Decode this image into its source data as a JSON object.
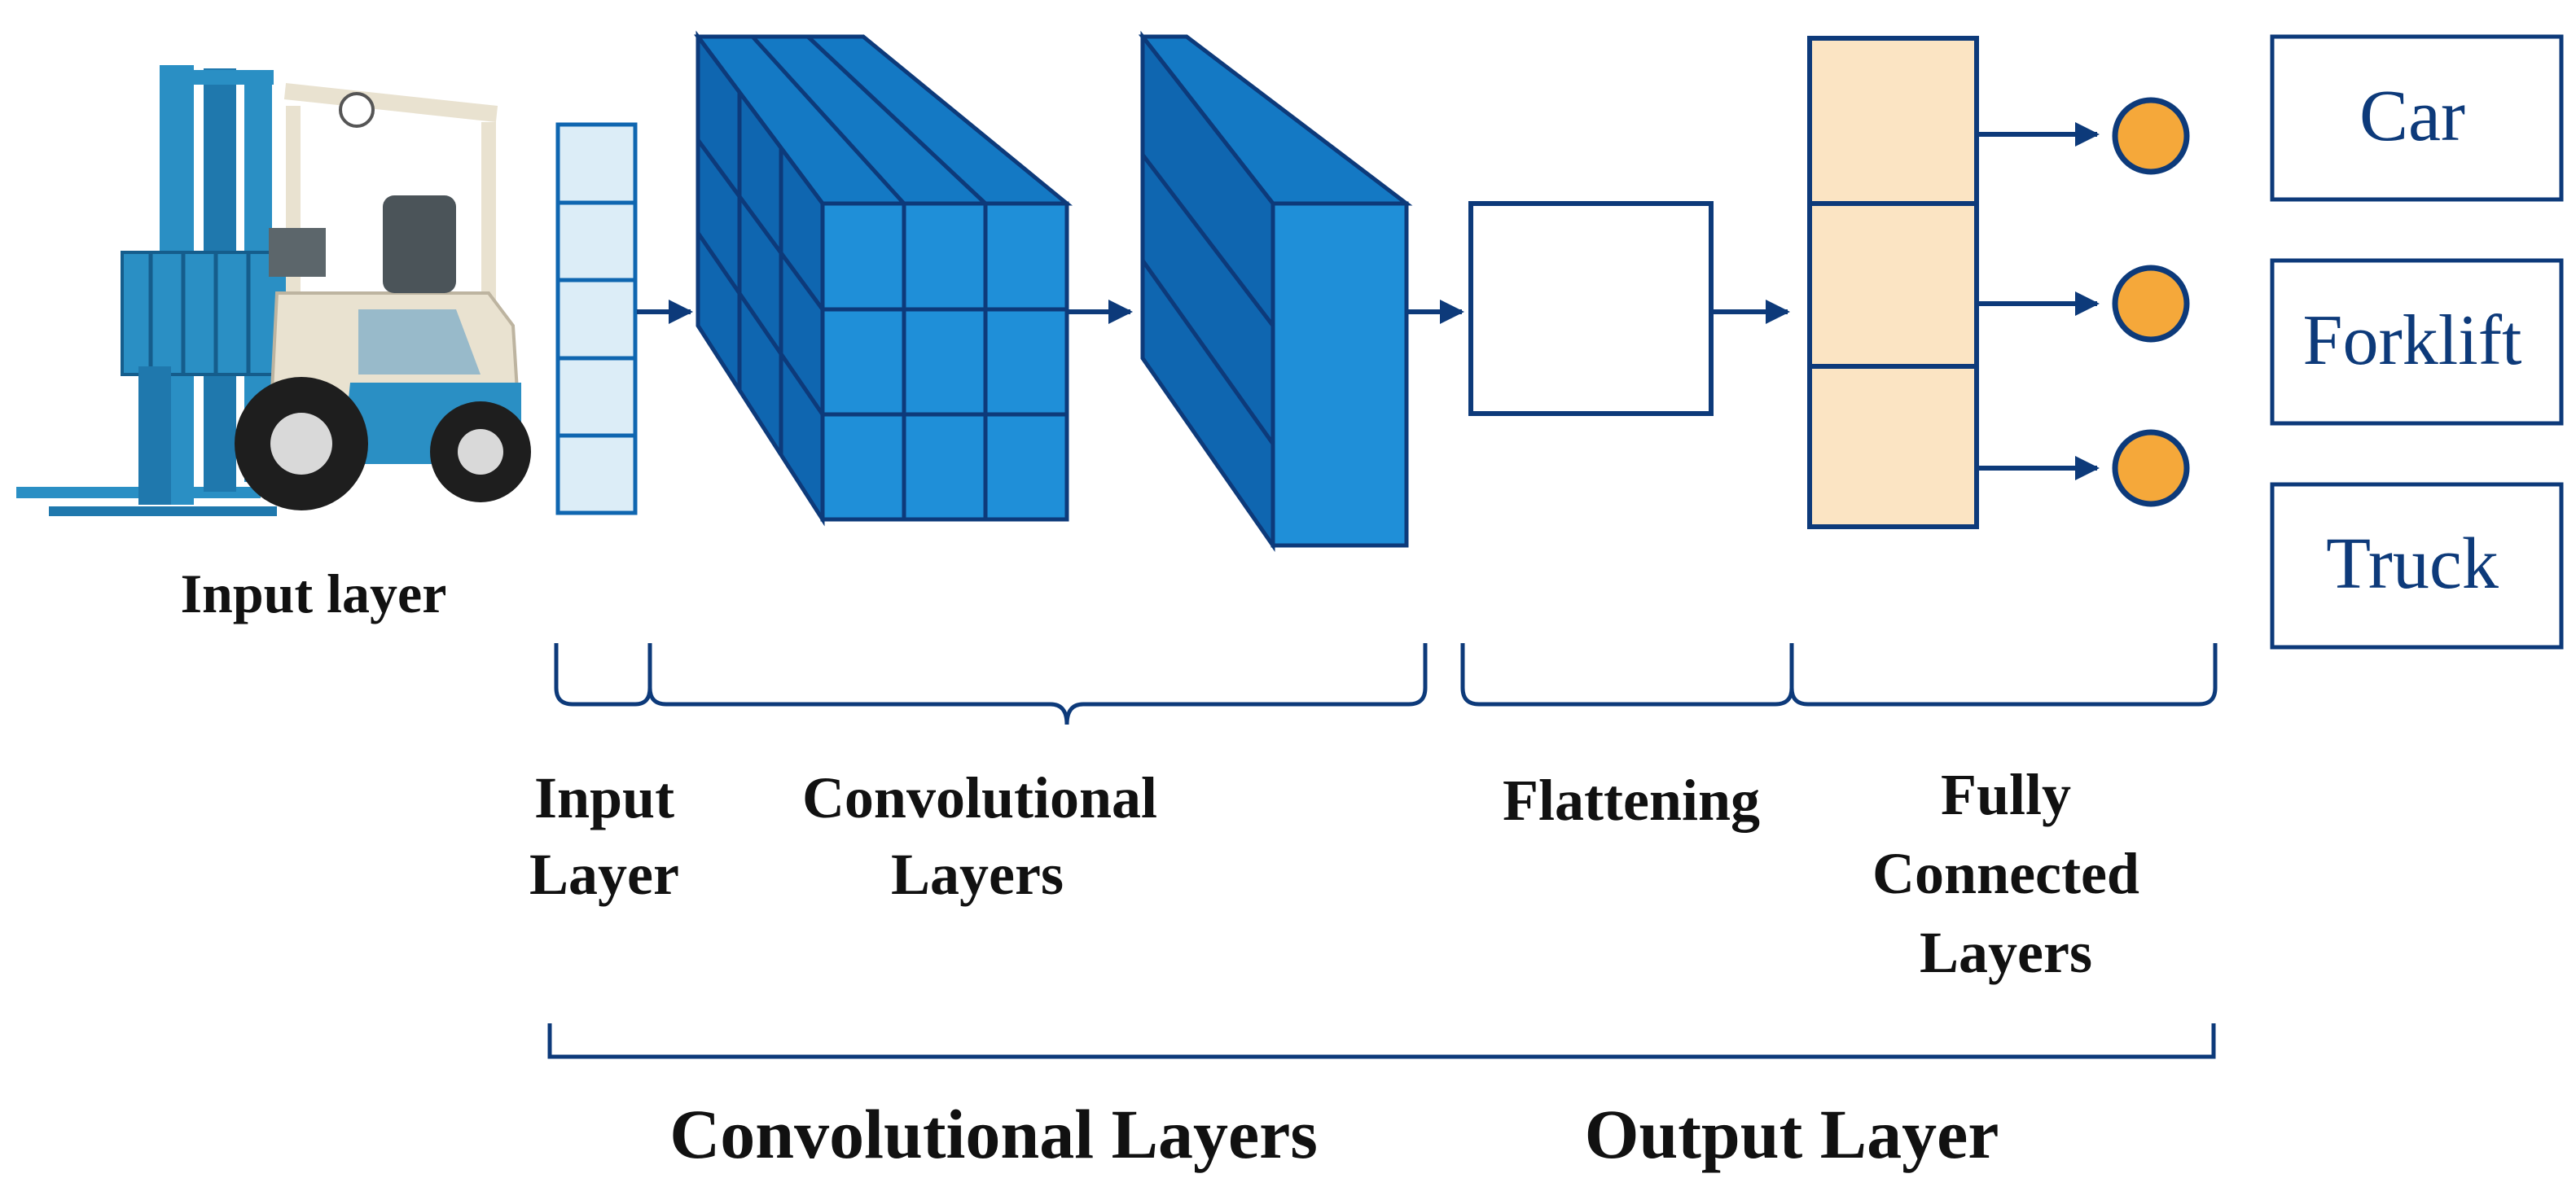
{
  "labels": {
    "image_caption": "Input layer",
    "input_layer_line1": "Input",
    "input_layer_line2": "Layer",
    "convolutional_line1": "Convolutional",
    "convolutional_line2": "Layers",
    "flattening": "Flattening",
    "fully_connected_line1": "Fully",
    "fully_connected_line2": "Connected",
    "fully_connected_line3": "Layers",
    "group_convolutional": "Convolutional Layers",
    "group_output": "Output Layer"
  },
  "classes": [
    "Car",
    "Forklift",
    "Truck"
  ],
  "icons": {
    "input_image": "forklift-icon",
    "output_node": "output-node-icon"
  },
  "colors": {
    "stroke": "#0d3a7a",
    "conv_front": "#1f8fd8",
    "conv_top": "#1479c4",
    "conv_side": "#0f66b0",
    "input_cells": "#dcedf7",
    "fc_fill": "#fbe4c3",
    "node_fill": "#f5a83a",
    "forklift_body": "#2a8fc4",
    "forklift_frame": "#e9e2d0"
  }
}
